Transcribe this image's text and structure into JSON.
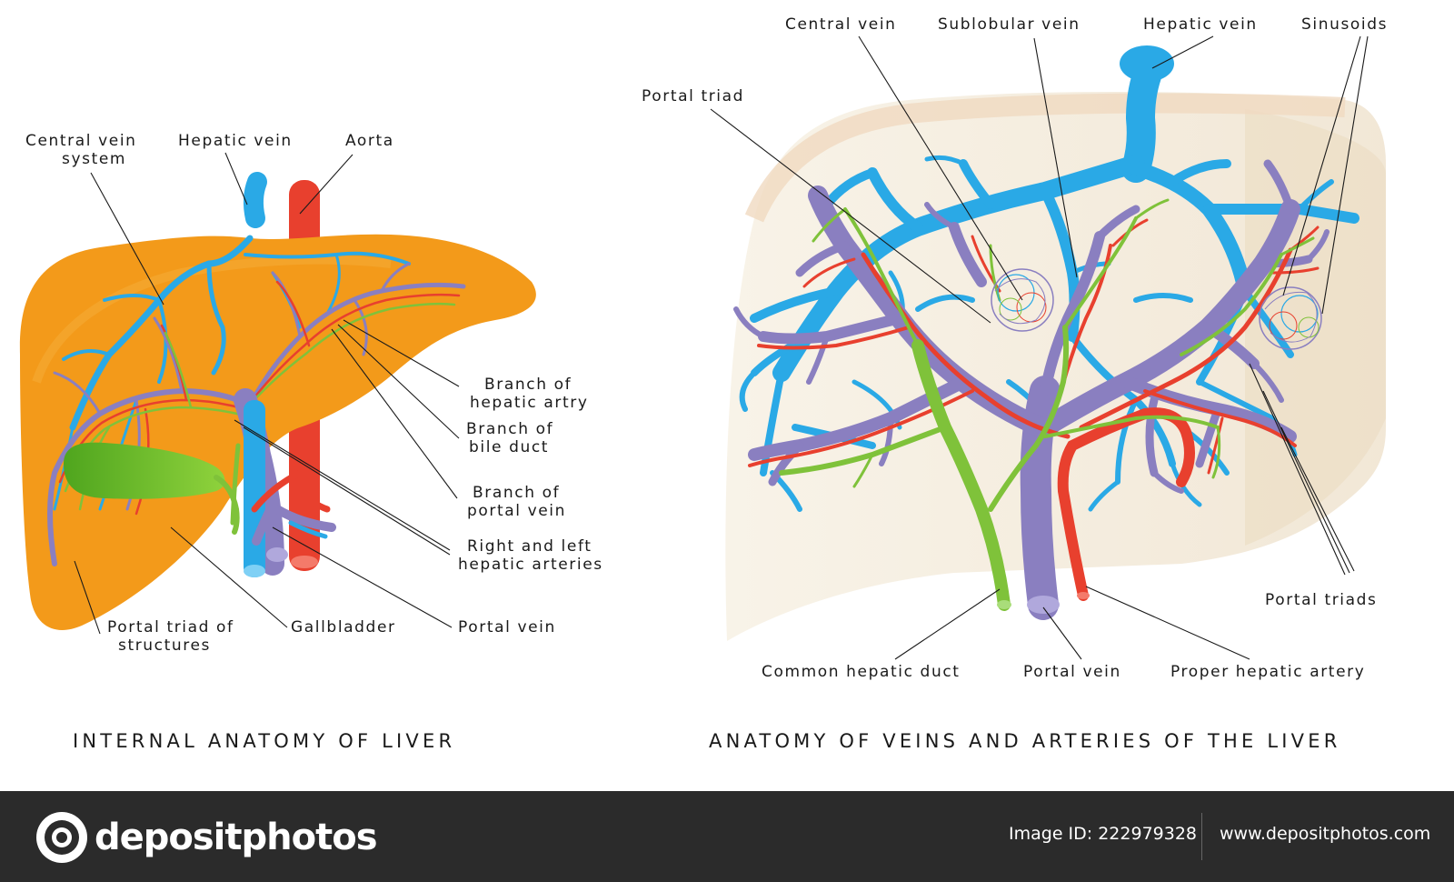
{
  "left_panel": {
    "caption": "INTERNAL ANATOMY OF LIVER",
    "labels": {
      "central_vein_system_1": "Central vein",
      "central_vein_system_2": "system",
      "hepatic_vein": "Hepatic vein",
      "aorta": "Aorta",
      "branch_hepatic_artery_1": "Branch of",
      "branch_hepatic_artery_2": "hepatic artry",
      "branch_bile_duct_1": "Branch of",
      "branch_bile_duct_2": "bile duct",
      "branch_portal_vein_1": "Branch of",
      "branch_portal_vein_2": "portal vein",
      "hepatic_arteries_1": "Right and left",
      "hepatic_arteries_2": "hepatic arteries",
      "portal_triad_1": "Portal triad of",
      "portal_triad_2": "structures",
      "gallbladder": "Gallbladder",
      "portal_vein": "Portal vein"
    }
  },
  "right_panel": {
    "caption": "ANATOMY OF VEINS AND ARTERIES OF THE LIVER",
    "labels": {
      "central_vein": "Central vein",
      "sublobular_vein": "Sublobular vein",
      "hepatic_vein": "Hepatic vein",
      "sinusoids": "Sinusoids",
      "portal_triad": "Portal triad",
      "portal_triads": "Portal triads",
      "common_hepatic_duct": "Common hepatic duct",
      "portal_vein": "Portal vein",
      "proper_hepatic_artery": "Proper hepatic artery"
    }
  },
  "colors": {
    "liver": "#f39a1a",
    "portal_vein": "#8a7fc0",
    "hepatic_vein": "#2aa9e6",
    "hepatic_artery": "#e8402e",
    "bile_duct": "#7fc23a",
    "gallbladder": "#6fc12e",
    "footer_bg": "#2b2b2b"
  },
  "footer": {
    "logo": "depositphotos",
    "image_id": "Image ID: 222979328",
    "site": "www.depositphotos.com"
  }
}
